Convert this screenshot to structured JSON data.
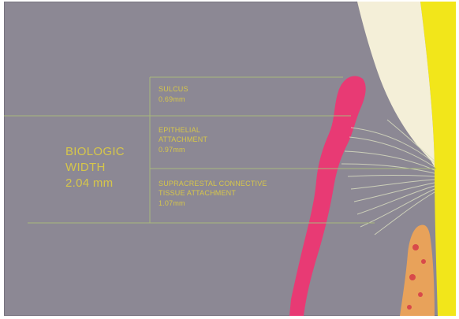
{
  "biologic_width": {
    "line1": "BIOLOGIC",
    "line2": "WIDTH",
    "value": "2.04 mm"
  },
  "zones": [
    {
      "name_line1": "SULCUS",
      "name_line2": "",
      "measure": "0.69mm"
    },
    {
      "name_line1": "EPITHELIAL",
      "name_line2": "ATTACHMENT",
      "measure": "0.97mm"
    },
    {
      "name_line1": "SUPRACRESTAL CONNECTIVE",
      "name_line2": "TISSUE ATTACHMENT",
      "measure": "1.07mm"
    }
  ],
  "colors": {
    "background": "#8c8894",
    "label_text": "#d6c64a",
    "guide_lines": "#a8b87c",
    "gingiva": "#e83a74",
    "enamel": "#f4efd8",
    "tooth_root": "#f2e61a",
    "bone": "#e8a25a"
  }
}
